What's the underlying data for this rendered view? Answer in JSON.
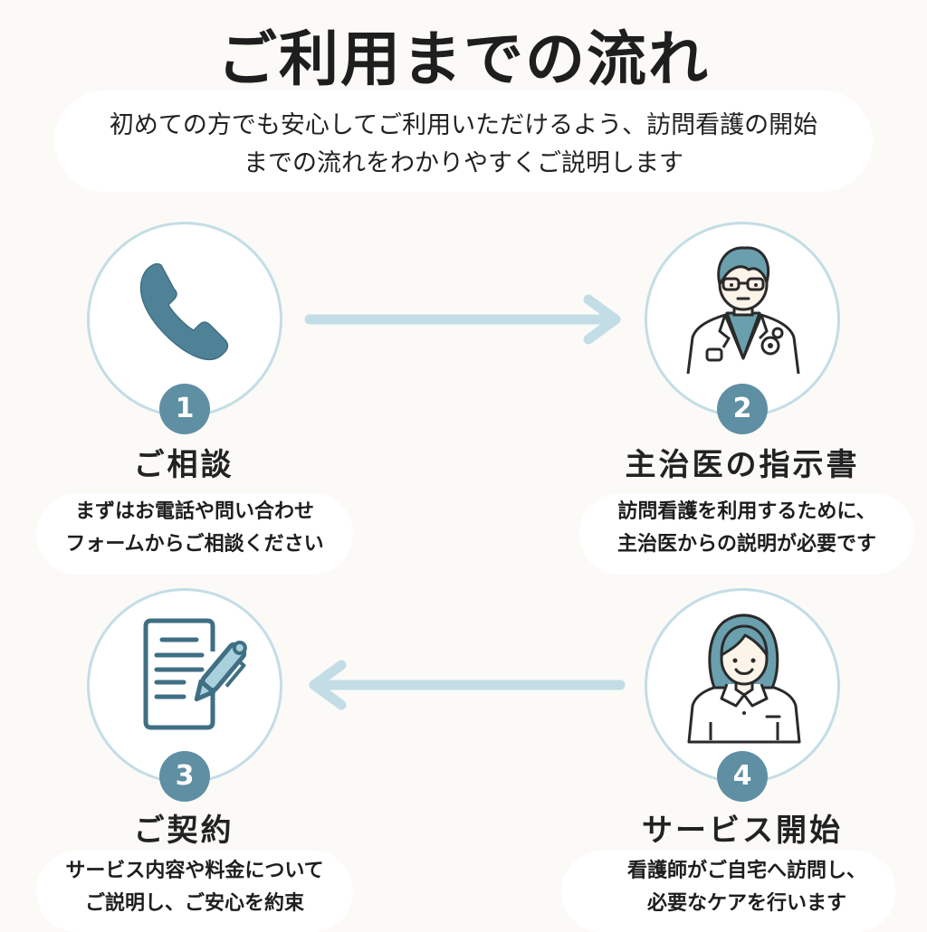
{
  "title": "ご利用までの流れ",
  "subtitle": {
    "line1": "初めての方でも安心してご利用いただけるよう、訪問看護の開始",
    "line2": "までの流れをわかりやすくご説明します"
  },
  "colors": {
    "accent": "#5f8fa3",
    "circle_border": "#c3dde6",
    "arrow": "#c3dde6",
    "icon_dark": "#3f6f83",
    "background": "#fbfaf7"
  },
  "steps": [
    {
      "number": "1",
      "icon": "phone-icon",
      "title": "ご相談",
      "desc_line1": "まずはお電話や問い合わせ",
      "desc_line2": "フォームからご相談ください"
    },
    {
      "number": "2",
      "icon": "doctor-icon",
      "title": "主治医の指示書",
      "desc_line1": "訪問看護を利用するために、",
      "desc_line2": "主治医からの説明が必要です"
    },
    {
      "number": "3",
      "icon": "contract-document-icon",
      "title": "ご契約",
      "desc_line1": "サービス内容や料金について",
      "desc_line2": "ご説明し、ご安心を約束"
    },
    {
      "number": "4",
      "icon": "nurse-icon",
      "title": "サービス開始",
      "desc_line1": "看護師がご自宅へ訪問し、",
      "desc_line2": "必要なケアを行います"
    }
  ],
  "arrows": [
    {
      "from": "1",
      "to": "2",
      "direction": "right"
    },
    {
      "from": "4",
      "to": "3",
      "direction": "left"
    }
  ]
}
